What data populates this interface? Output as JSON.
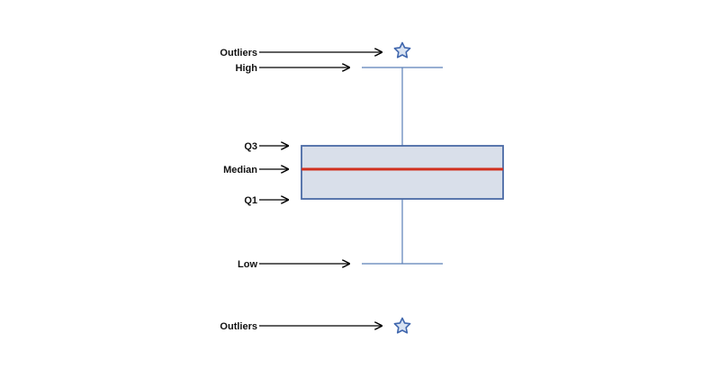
{
  "labels": {
    "outliers_top": "Outliers",
    "high": "High",
    "q3": "Q3",
    "median": "Median",
    "q1": "Q1",
    "low": "Low",
    "outliers_bottom": "Outliers"
  },
  "colors": {
    "box_fill": "#d9dfea",
    "box_stroke": "#4a6aa5",
    "whisker": "#5b7fb8",
    "median_line": "#d1301f",
    "arrow": "#000000",
    "star_fill": "#d9e3f2",
    "star_stroke": "#3f66ad"
  },
  "icons": {
    "outlier_marker": "star-icon"
  }
}
